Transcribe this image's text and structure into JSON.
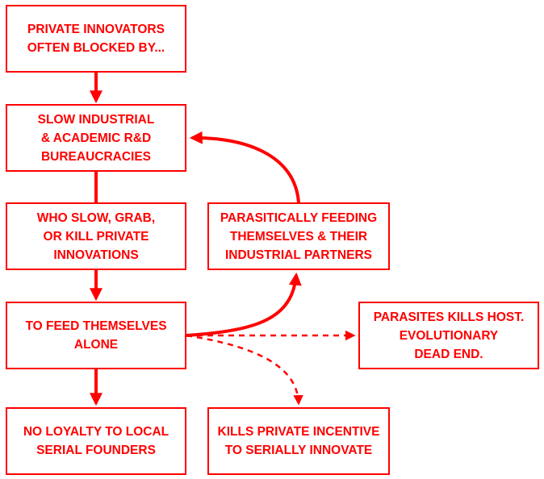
{
  "diagram": {
    "accent_color": "#ff0000",
    "boxes": [
      {
        "id": "private-innovators",
        "text": "PRIVATE INNOVATORS\nOFTEN BLOCKED BY..."
      },
      {
        "id": "slow-bureaucracies",
        "text": "SLOW INDUSTRIAL\n& ACADEMIC R&D\nBUREAUCRACIES"
      },
      {
        "id": "slow-grab-kill",
        "text": "WHO SLOW, GRAB,\nOR KILL PRIVATE\nINNOVATIONS"
      },
      {
        "id": "feed-themselves",
        "text": "TO FEED THEMSELVES\nALONE"
      },
      {
        "id": "no-loyalty",
        "text": "NO LOYALTY TO LOCAL\nSERIAL FOUNDERS"
      },
      {
        "id": "parasitically-feeding",
        "text": "PARASITICALLY FEEDING\nTHEMSELVES & THEIR\nINDUSTRIAL PARTNERS"
      },
      {
        "id": "parasites-kill-host",
        "text": "PARASITES KILLS HOST.\nEVOLUTIONARY\nDEAD END."
      },
      {
        "id": "kills-incentive",
        "text": "KILLS PRIVATE INCENTIVE\nTO SERIALLY INNOVATE"
      }
    ],
    "connectors": [
      {
        "from": "private-innovators",
        "to": "slow-bureaucracies",
        "style": "solid"
      },
      {
        "from": "slow-bureaucracies",
        "to": "slow-grab-kill",
        "style": "solid"
      },
      {
        "from": "slow-grab-kill",
        "to": "feed-themselves",
        "style": "solid"
      },
      {
        "from": "feed-themselves",
        "to": "no-loyalty",
        "style": "solid"
      },
      {
        "from": "feed-themselves",
        "to": "parasitically-feeding",
        "style": "solid-curved"
      },
      {
        "from": "parasitically-feeding",
        "to": "slow-bureaucracies",
        "style": "solid-curved"
      },
      {
        "from": "feed-themselves",
        "to": "parasites-kill-host",
        "style": "dashed"
      },
      {
        "from": "feed-themselves",
        "to": "kills-incentive",
        "style": "dashed-curved"
      }
    ]
  }
}
